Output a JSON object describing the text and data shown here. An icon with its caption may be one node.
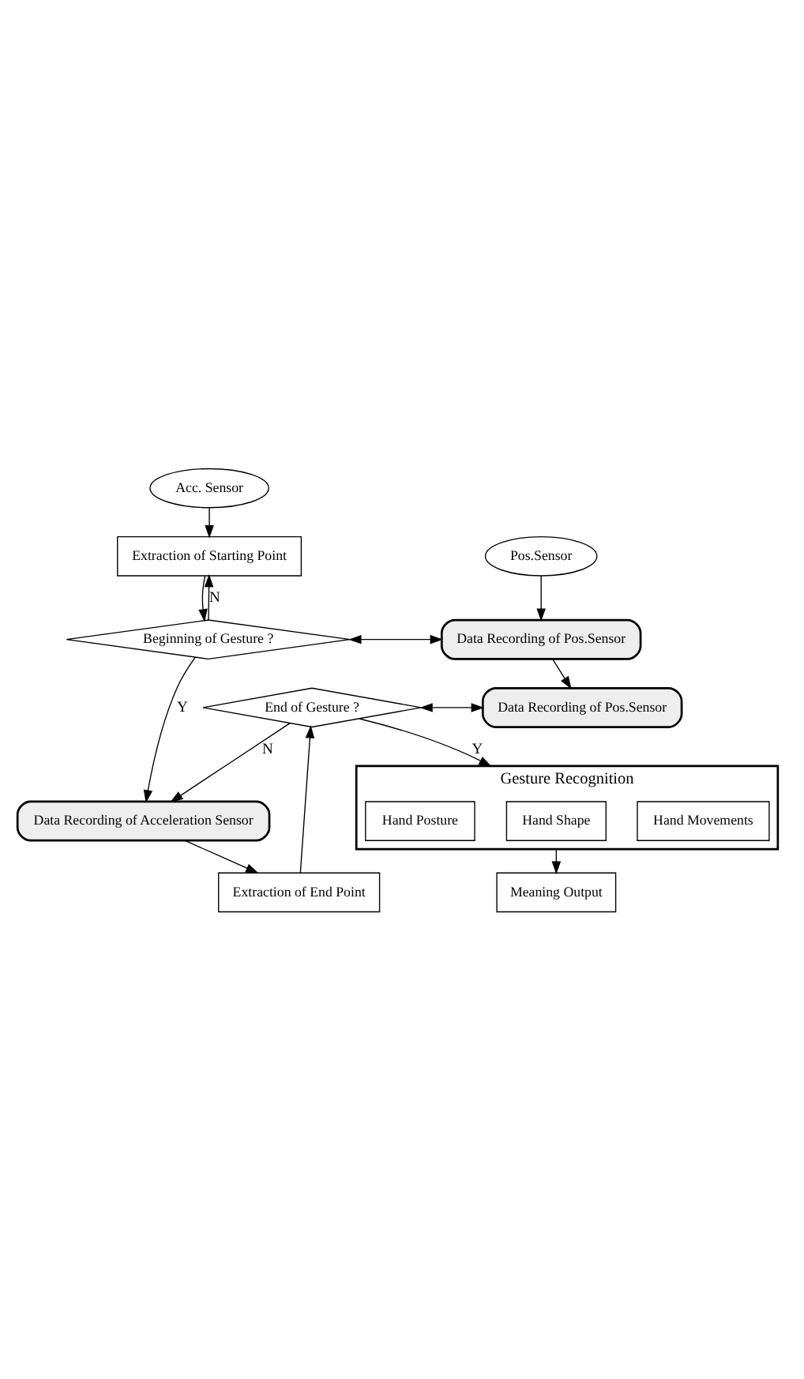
{
  "diagram": {
    "nodes": [
      {
        "text": [
          "Acc. Sensor"
        ]
      },
      {
        "text": [
          "Pos.Sensor"
        ]
      },
      {
        "text": [
          "Extraction of Starting Point"
        ]
      },
      {
        "text": [
          "Beginning of Gesture ?"
        ]
      },
      {
        "text": [
          "Data Recording of Pos.Sensor"
        ]
      },
      {
        "text": [
          "Data Recording of Acceleration Sensor"
        ]
      },
      {
        "text": [
          "Extraction of End Point"
        ]
      },
      {
        "text": [
          "End of Gesture ?"
        ]
      },
      {
        "text": [
          "Data Recording of Pos.Sensor"
        ]
      },
      {
        "text": [
          "Gesture Recognition"
        ]
      },
      {
        "text": [
          "Hand Movements"
        ],
        "in": 9
      },
      {
        "text": [
          "Hand Shape"
        ],
        "in": 9
      },
      {
        "text": [
          "Hand Posture"
        ],
        "in": 9
      },
      {
        "text": [
          "Meaning Output"
        ]
      }
    ],
    "edges": [
      {
        "from": 0,
        "to": 2,
        "arrow": "to"
      },
      {
        "from": 1,
        "to": 4,
        "arrow": "to"
      },
      {
        "from": 2,
        "to": 3,
        "arrow": "to"
      },
      {
        "from": 3,
        "to": 2,
        "arrow": "to",
        "label": "N"
      },
      {
        "from": 3,
        "to": 5,
        "arrow": "to",
        "label": "Y"
      },
      {
        "from": 3,
        "to": 4,
        "arrow": "both"
      },
      {
        "from": 4,
        "to": 8,
        "arrow": "to"
      },
      {
        "from": 5,
        "to": 6,
        "arrow": "to"
      },
      {
        "from": 6,
        "to": 7,
        "arrow": "to"
      },
      {
        "from": 7,
        "to": 5,
        "arrow": "to",
        "label": "N"
      },
      {
        "from": 7,
        "to": 9,
        "arrow": "to",
        "label": "Y"
      },
      {
        "from": 7,
        "to": 8,
        "arrow": "both"
      },
      {
        "from": 9,
        "to": 13,
        "arrow": "to"
      }
    ]
  }
}
